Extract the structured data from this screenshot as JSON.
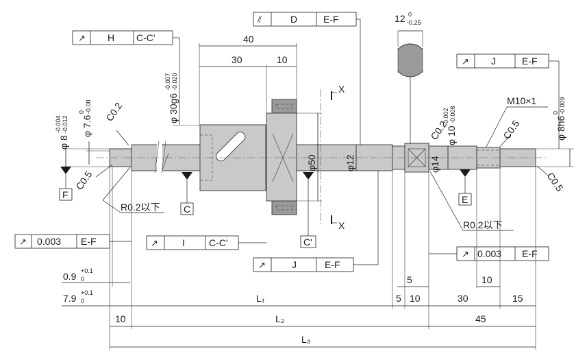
{
  "dimensions": {
    "d40": "40",
    "d30": "30",
    "d10_top": "10",
    "d12": "12",
    "d12_sup": "0",
    "d12_sub": "-0.25",
    "phi30": "φ 30g6",
    "phi30_sup": "-0.007",
    "phi30_sub": "-0.020",
    "phi8": "φ 8",
    "phi8_sup": "-0.004",
    "phi8_sub": "-0.012",
    "phi76": "φ 7.6",
    "phi76_sup": "0",
    "phi76_sub": "-0.08",
    "phi10": "φ 10",
    "phi10_sup": "0.002",
    "phi10_sub": "-0.008",
    "phi8h6": "φ 8h6",
    "phi8h6_sup": "0",
    "phi8h6_sub": "-0.009",
    "m10": "M10×1",
    "phi50": "φ50",
    "phi12": "φ12",
    "phi14": "φ14",
    "c02_left": "C0.2",
    "c05_left": "C0.5",
    "c02_right": "C0.2",
    "c05_right_top": "C0.5",
    "c05_right_bottom": "C0.5",
    "r02_left": "R0.2以下",
    "r02_right": "R0.2以下",
    "d09": "0.9",
    "d09_sup": "+0.1",
    "d09_sub": "0",
    "d79": "7.9",
    "d79_sup": "+0.1",
    "d79_sub": "0",
    "d10_bl": "10",
    "L1": "L₁",
    "L2": "L₂",
    "L3": "L₃",
    "d5_a": "5",
    "d5_b": "5",
    "d10_c": "10",
    "d30_r": "30",
    "d15": "15",
    "d10_r": "10",
    "d45": "45"
  },
  "datums": {
    "F": "F",
    "C": "C",
    "Cp": "C'",
    "E": "E",
    "X_top": "X",
    "X_bottom": "X"
  },
  "frames": {
    "H": {
      "symbol": "↗",
      "value": "H",
      "ref": "C-C'"
    },
    "D": {
      "symbol": "⫽",
      "value": "D",
      "ref": "E-F"
    },
    "J_top": {
      "symbol": "↗",
      "value": "J",
      "ref": "E-F"
    },
    "F003": {
      "symbol": "↗",
      "value": "0.003",
      "ref": "E-F"
    },
    "I": {
      "symbol": "↗",
      "value": "I",
      "ref": "C-C'"
    },
    "J_bottom": {
      "symbol": "↗",
      "value": "J",
      "ref": "E-F"
    },
    "E003": {
      "symbol": "↗",
      "value": "0.003",
      "ref": "E-F"
    }
  }
}
